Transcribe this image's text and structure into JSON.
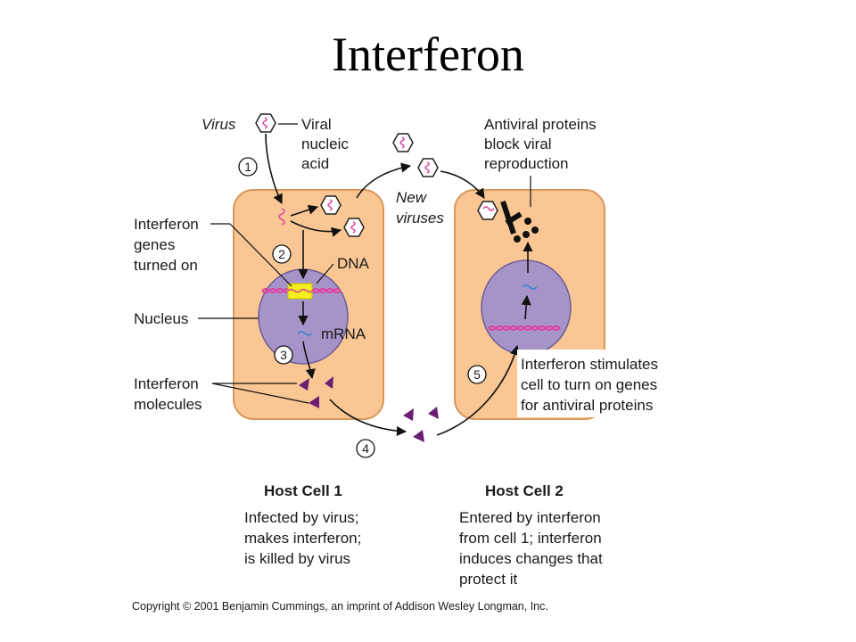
{
  "title": "Interferon",
  "labels": {
    "virus": "Virus",
    "viral_nucleic_acid": [
      "Viral",
      "nucleic",
      "acid"
    ],
    "new_viruses": [
      "New",
      "viruses"
    ],
    "antiviral_block": [
      "Antiviral proteins",
      "block viral",
      "reproduction"
    ],
    "interferon_genes": [
      "Interferon",
      "genes",
      "turned on"
    ],
    "dna": "DNA",
    "nucleus": "Nucleus",
    "mrna": "mRNA",
    "interferon_molecules": [
      "Interferon",
      "molecules"
    ],
    "stimulates": [
      "Interferon stimulates",
      "cell to turn on genes",
      "for antiviral proteins"
    ]
  },
  "steps": [
    "1",
    "2",
    "3",
    "4",
    "5"
  ],
  "host_cell_1": {
    "heading": "Host Cell 1",
    "caption": [
      "Infected by virus;",
      "makes interferon;",
      "is killed by virus"
    ]
  },
  "host_cell_2": {
    "heading": "Host Cell 2",
    "caption": [
      "Entered by interferon",
      "from cell 1; interferon",
      "induces changes that",
      "protect it"
    ]
  },
  "copyright": "Copyright © 2001 Benjamin Cummings, an imprint of Addison Wesley Longman, Inc.",
  "colors": {
    "cell": "#f9c694",
    "nucleus": "#a694c9",
    "interferon": "#6a1f74",
    "nucleic_acid": "#e33f9e",
    "mrna": "#3f86c9",
    "gene_highlight": "#f4ee1c"
  }
}
